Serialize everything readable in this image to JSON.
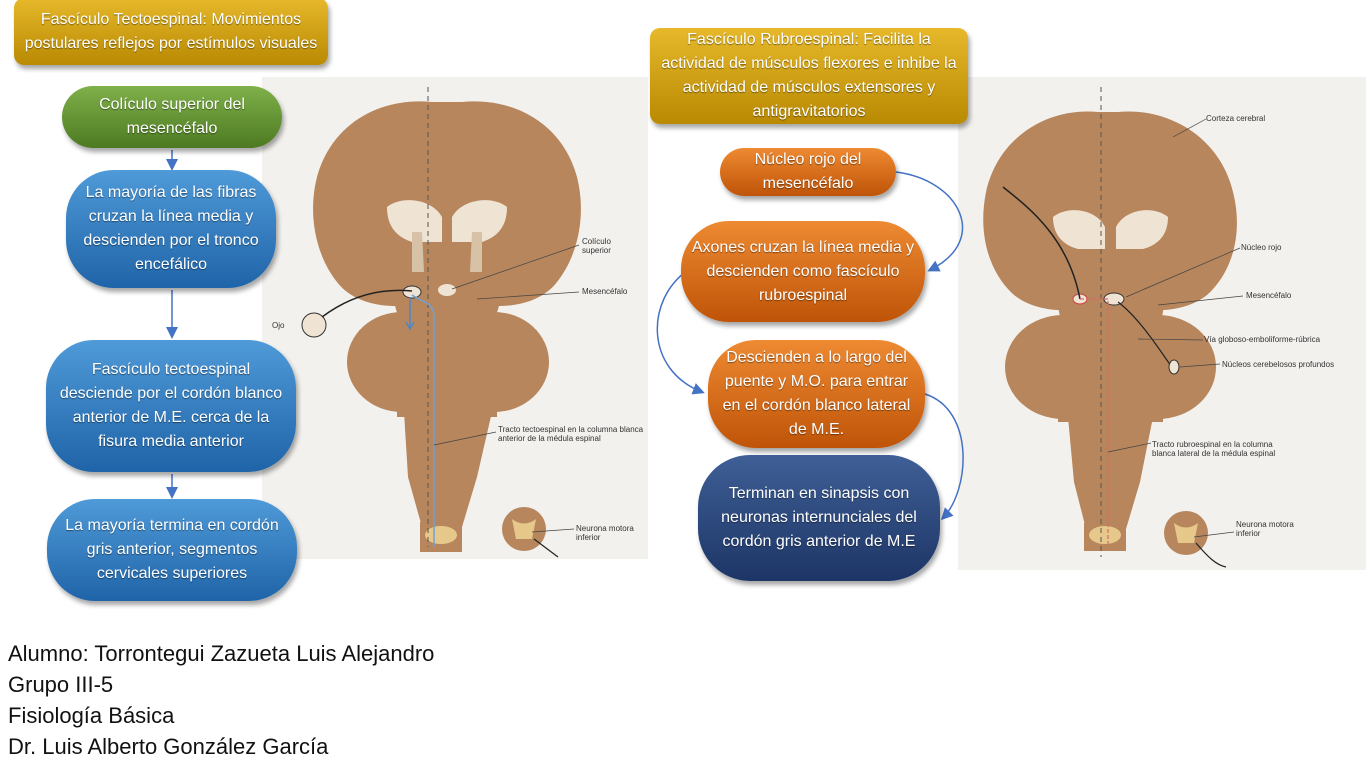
{
  "left": {
    "title": "Fascículo Tectoespinal: Movimientos postulares reflejos por estímulos visuales",
    "steps": [
      "Colículo superior del mesencéfalo",
      "La mayoría de las fibras cruzan la línea media   y descienden por el tronco encefálico",
      "Fascículo tectoespinal desciende por el cordón blanco anterior de M.E. cerca de la fisura media anterior",
      "La mayoría termina en cordón gris anterior, segmentos cervicales superiores"
    ],
    "figure_labels": {
      "coliculo": "Colículo superior",
      "mesencefalo": "Mesencéfalo",
      "ojo": "Ojo",
      "tracto": "Tracto tectoespinal en la columna blanca anterior de la médula espinal",
      "neurona": "Neurona motora inferior"
    }
  },
  "right": {
    "title": "Fascículo Rubroespinal: Facilita la actividad de músculos flexores e inhibe la actividad de músculos extensores y antigravitatorios",
    "steps": [
      "Núcleo rojo del mesencéfalo",
      "Axones cruzan la línea media y descienden como fascículo rubroespinal",
      "Descienden a lo largo del puente y M.O. para entrar en el cordón blanco lateral de M.E.",
      "Terminan en sinapsis con neuronas internunciales del cordón gris anterior de M.E"
    ],
    "figure_labels": {
      "corteza": "Corteza cerebral",
      "nucleo_rojo": "Núcleo rojo",
      "mesencefalo": "Mesencéfalo",
      "via": "Vía globoso-emboliforme-rúbrica",
      "nucleos": "Núcleos cerebelosos profundos",
      "tracto": "Tracto rubroespinal en la columna blanca lateral de la médula espinal",
      "neurona": "Neurona motora inferior"
    }
  },
  "footer": {
    "alumno": "Alumno: Torrontegui Zazueta Luis Alejandro",
    "grupo": "Grupo III-5",
    "materia": "Fisiología Básica",
    "docente": "Dr. Luis Alberto González García"
  },
  "colors": {
    "title": "#d4a415",
    "green": "#5f8f30",
    "blue": "#2f7fc8",
    "orange": "#d9660f",
    "navy": "#2a4780",
    "brain": "#b7865c"
  }
}
